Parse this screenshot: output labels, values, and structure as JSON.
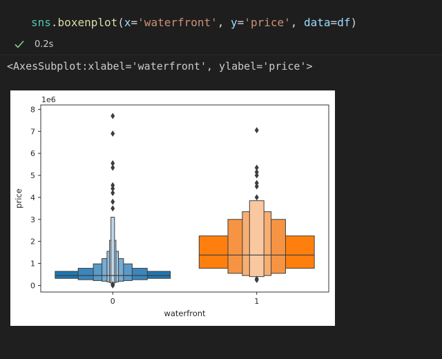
{
  "cell": {
    "code_tokens": [
      {
        "text": "sns",
        "cls": "tok-module"
      },
      {
        "text": ".",
        "cls": "tok-punc"
      },
      {
        "text": "boxenplot",
        "cls": "tok-func"
      },
      {
        "text": "(",
        "cls": "tok-punc"
      },
      {
        "text": "x",
        "cls": "tok-param"
      },
      {
        "text": "=",
        "cls": "tok-op"
      },
      {
        "text": "'waterfront'",
        "cls": "tok-string"
      },
      {
        "text": ", ",
        "cls": "tok-punc"
      },
      {
        "text": "y",
        "cls": "tok-param"
      },
      {
        "text": "=",
        "cls": "tok-op"
      },
      {
        "text": "'price'",
        "cls": "tok-string"
      },
      {
        "text": ", ",
        "cls": "tok-punc"
      },
      {
        "text": "data",
        "cls": "tok-param"
      },
      {
        "text": "=",
        "cls": "tok-op"
      },
      {
        "text": "df",
        "cls": "tok-var"
      },
      {
        "text": ")",
        "cls": "tok-punc"
      }
    ],
    "status_icon": "check-icon",
    "exec_time": "0.2s",
    "status_color": "#89d185"
  },
  "output": {
    "repr_text": "<AxesSubplot:xlabel='waterfront', ylabel='price'>"
  },
  "chart_data": {
    "type": "boxen",
    "categories": [
      "0",
      "1"
    ],
    "xlabel": "waterfront",
    "ylabel": "price",
    "offset_label": "1e6",
    "ylim": [
      -0.3,
      8.2
    ],
    "yticks": [
      0,
      1,
      2,
      3,
      4,
      5,
      6,
      7,
      8
    ],
    "grid": false,
    "series": [
      {
        "category": "0",
        "colors": [
          "#1f77b4",
          "#3a86bd",
          "#5a9ac8",
          "#78acd2",
          "#9bc2df",
          "#bed6ea"
        ],
        "boxes": [
          {
            "low": 0.32,
            "high": 0.64,
            "width": 0.8
          },
          {
            "low": 0.26,
            "high": 0.78,
            "width": 0.48
          },
          {
            "low": 0.22,
            "high": 0.98,
            "width": 0.27
          },
          {
            "low": 0.19,
            "high": 1.22,
            "width": 0.15
          },
          {
            "low": 0.16,
            "high": 1.55,
            "width": 0.08
          },
          {
            "low": 0.13,
            "high": 2.05,
            "width": 0.045
          },
          {
            "low": 0.1,
            "high": 3.1,
            "width": 0.025
          }
        ],
        "median": 0.45,
        "outliers": [
          0.0,
          0.05,
          3.5,
          3.8,
          4.2,
          4.4,
          4.55,
          5.35,
          5.55,
          6.9,
          7.7
        ]
      },
      {
        "category": "1",
        "colors": [
          "#ff7f0e",
          "#f69443",
          "#f7ae73",
          "#f9c8a1",
          "#fbe0cb"
        ],
        "boxes": [
          {
            "low": 0.78,
            "high": 2.25,
            "width": 0.8
          },
          {
            "low": 0.55,
            "high": 3.0,
            "width": 0.4
          },
          {
            "low": 0.45,
            "high": 3.35,
            "width": 0.2
          },
          {
            "low": 0.4,
            "high": 3.85,
            "width": 0.1
          }
        ],
        "median": 1.38,
        "outliers": [
          0.25,
          0.3,
          4.0,
          4.5,
          4.65,
          5.0,
          5.15,
          5.35,
          7.05
        ]
      }
    ]
  }
}
